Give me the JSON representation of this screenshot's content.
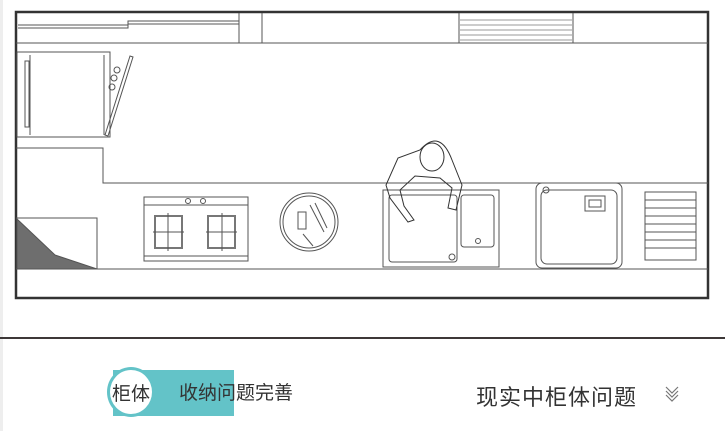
{
  "bottom_bar": {
    "tag_circle_label": "柜体",
    "tag_label": "收纳问题完善",
    "right_title": "现实中柜体问题",
    "right_icon": "double-chevron-down-icon",
    "accent_color": "#63c3c8"
  }
}
